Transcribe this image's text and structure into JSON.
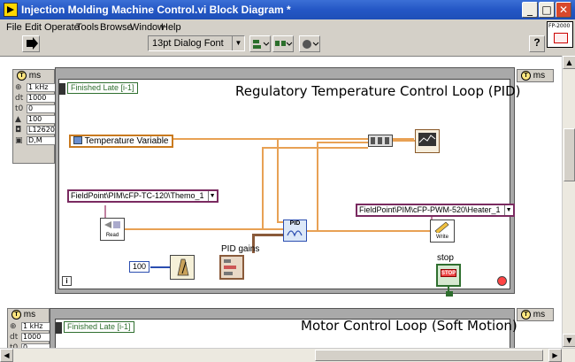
{
  "window": {
    "title": "Injection Molding Machine Control.vi Block Diagram *",
    "minimize": "_",
    "maximize": "□",
    "close": "✕"
  },
  "menu": [
    "File",
    "Edit",
    "Operate",
    "Tools",
    "Browse",
    "Window",
    "Help"
  ],
  "toolbar": {
    "font": "13pt Dialog Font",
    "help_label": "?",
    "vi_icon_label": "FP-2000"
  },
  "loop1": {
    "ms_label": "ms",
    "clock_glyph": "T",
    "period_label": "1 kHz",
    "dt_key": "dt",
    "dt_value": "1000",
    "t0_key": "t0",
    "t0_value": "0",
    "priority_value": "100",
    "name_value": "L12620",
    "mode_value": "D,M",
    "finished_late": "Finished Late [i-1]",
    "title": "Regulatory Temperature Control Loop (PID)",
    "temp_var": "Temperature Variable",
    "io_in": "FieldPoint\\PIM\\cFP-TC-120\\Themo_1",
    "io_out": "FieldPoint\\PIM\\cFP-PWM-520\\Heater_1",
    "read_label": "Read",
    "write_label": "Write",
    "pid_label": "PID",
    "pid_gains_label": "PID gains",
    "wait_value": "100",
    "stop_label": "stop",
    "stop_button": "STOP",
    "info_glyph": "i"
  },
  "loop2": {
    "ms_label": "ms",
    "clock_glyph": "T",
    "period_label": "1 kHz",
    "dt_key": "dt",
    "dt_value": "1000",
    "t0_key": "t0",
    "t0_value": "0",
    "finished_late": "Finished Late [i-1]",
    "title": "Motor Control Loop (Soft Motion)"
  },
  "colors": {
    "title_bar": "#2457c5",
    "wire_orange": "#e8a154",
    "io_purple": "#7a2a60",
    "loop_gray": "#a9a9a9"
  }
}
